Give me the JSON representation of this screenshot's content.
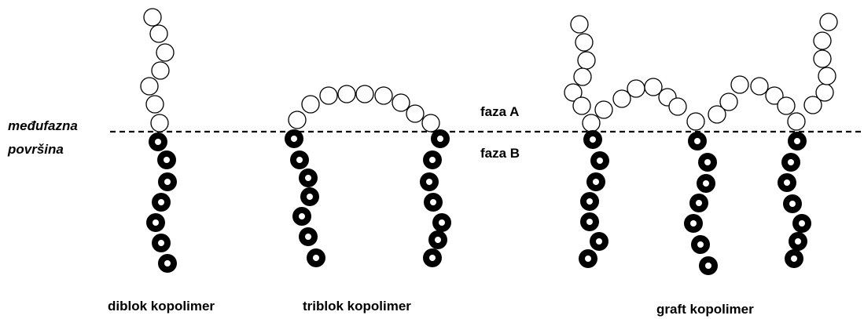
{
  "labels": {
    "interface_line1": "međufazna",
    "interface_line2": "površina",
    "phase_a": "faza A",
    "phase_b": "faza B",
    "diblock": "diblok kopolimer",
    "triblock": "triblok kopolimer",
    "graft": "graft kopolimer"
  },
  "colors": {
    "block_a_fill": "#ffffff",
    "block_b_fill": "#000000",
    "outline": "#000000"
  },
  "legend": {
    "block_a": "open circle beads above interface (phase A)",
    "block_b": "solid black beads with white center below interface (phase B)"
  }
}
